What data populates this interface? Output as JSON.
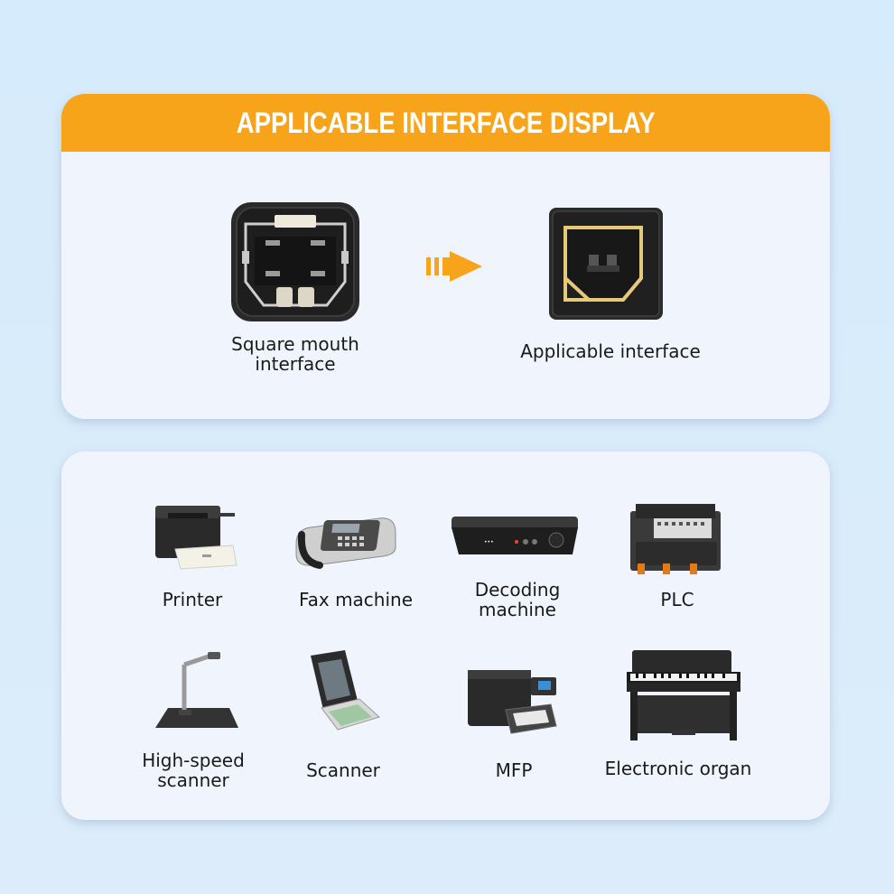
{
  "banner": {
    "title": "APPLICABLE INTERFACE DISPLAY"
  },
  "interface": {
    "left_label": "Square mouth interface",
    "right_label": "Applicable interface"
  },
  "devices": [
    {
      "label": "Printer",
      "icon": "printer-icon"
    },
    {
      "label": "Fax machine",
      "icon": "fax-machine-icon"
    },
    {
      "label": "Decoding machine",
      "icon": "decoding-machine-icon"
    },
    {
      "label": "PLC",
      "icon": "plc-icon"
    },
    {
      "label": "High-speed scanner",
      "icon": "high-speed-scanner-icon"
    },
    {
      "label": "Scanner",
      "icon": "scanner-icon"
    },
    {
      "label": "MFP",
      "icon": "mfp-icon"
    },
    {
      "label": "Electronic organ",
      "icon": "electronic-organ-icon"
    }
  ],
  "colors": {
    "accent": "#f8a41b",
    "card": "#f0f5fd",
    "background": "#d6ebfb",
    "gold": "#e7c97a"
  }
}
